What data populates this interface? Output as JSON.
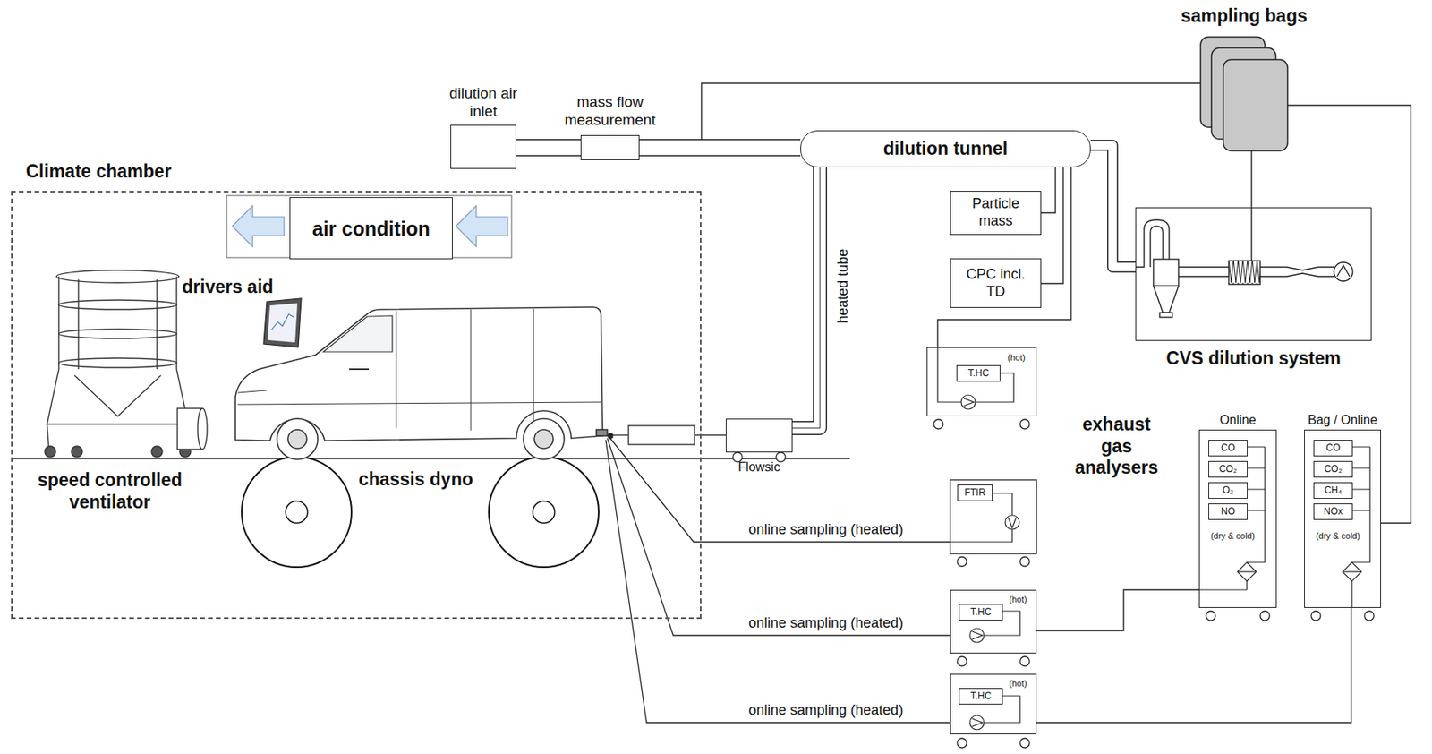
{
  "diagram": {
    "nodes": [
      {
        "text": [
          "Climate chamber"
        ]
      },
      {
        "text": [
          "air condition"
        ],
        "in": 0
      },
      {
        "text": [
          "dilution air inlet"
        ]
      },
      {
        "text": [
          "mass flow measurement"
        ]
      },
      {
        "text": [
          "dilution tunnel"
        ]
      },
      {
        "text": [
          "sampling bags"
        ]
      },
      {
        "text": [
          "Particle mass"
        ]
      },
      {
        "text": [
          "CPC incl. TD"
        ]
      },
      {
        "text": [
          "CVS dilution system"
        ]
      },
      {
        "text": [
          "(hot)"
        ]
      },
      {
        "text": [
          "T.HC"
        ],
        "in": 9
      },
      {
        "text": [
          "Flowsic"
        ]
      },
      {
        "text": [
          "FTIR"
        ]
      },
      {
        "text": [
          "Online",
          "(dry & cold)"
        ]
      },
      {
        "text": [
          "CO"
        ],
        "in": 13
      },
      {
        "text": [
          "CO₂"
        ],
        "in": 13
      },
      {
        "text": [
          "O₂"
        ],
        "in": 13
      },
      {
        "text": [
          "NO"
        ],
        "in": 13
      },
      {
        "text": [
          "Bag / Online",
          "(dry & cold)"
        ]
      },
      {
        "text": [
          "CO"
        ],
        "in": 18
      },
      {
        "text": [
          "CO₂"
        ],
        "in": 18
      },
      {
        "text": [
          "CH₄"
        ],
        "in": 18
      },
      {
        "text": [
          "NOx"
        ],
        "in": 18
      },
      {
        "text": [
          "(hot)"
        ]
      },
      {
        "text": [
          "T.HC"
        ],
        "in": 23
      },
      {
        "text": [
          "(hot)"
        ]
      },
      {
        "text": [
          "T.HC"
        ],
        "in": 25
      }
    ],
    "edges": [
      {
        "from": 2,
        "to": 3,
        "arrow": "none"
      },
      {
        "from": 3,
        "to": 4,
        "arrow": "none"
      },
      {
        "from": 3,
        "to": 5,
        "arrow": "none"
      },
      {
        "from": 11,
        "to": 4,
        "label": "heated tube",
        "arrow": "none"
      },
      {
        "from": 4,
        "to": 6,
        "arrow": "none"
      },
      {
        "from": 4,
        "to": 7,
        "arrow": "none"
      },
      {
        "from": 4,
        "to": 9,
        "arrow": "none"
      },
      {
        "from": 4,
        "to": 8,
        "arrow": "none"
      },
      {
        "from": 5,
        "to": 8,
        "arrow": "none"
      },
      {
        "from": 5,
        "to": 18,
        "arrow": "none"
      },
      {
        "from": 23,
        "to": 13,
        "arrow": "none"
      },
      {
        "from": 25,
        "to": 18,
        "arrow": "none"
      }
    ],
    "labels": [
      "drivers aid",
      "speed controlled ventilator",
      "chassis dyno",
      "exhaust gas analysers",
      "online sampling (heated)",
      "online sampling (heated)",
      "online sampling (heated)"
    ]
  }
}
